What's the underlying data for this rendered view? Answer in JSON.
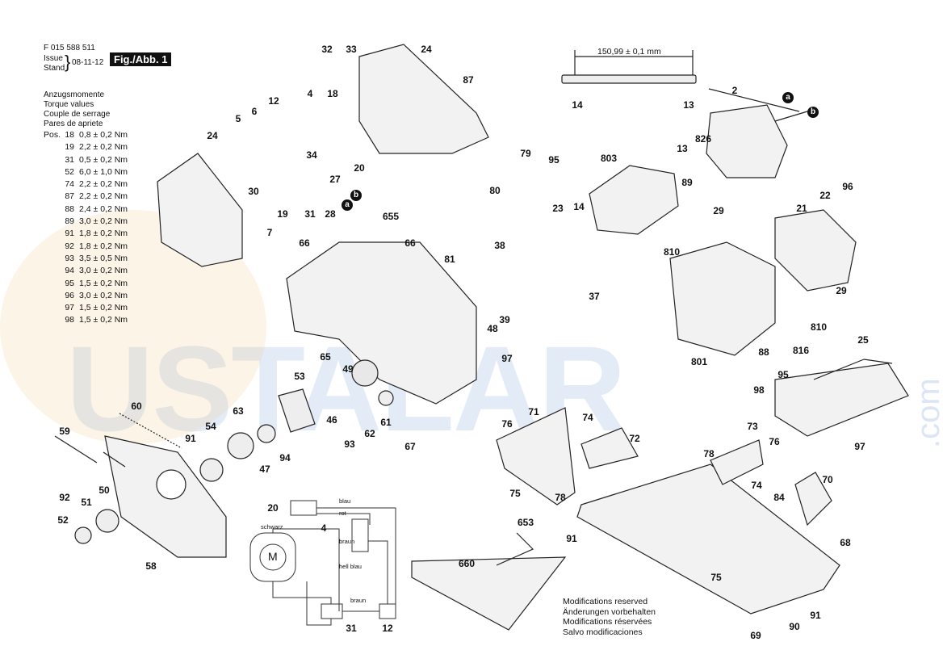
{
  "header": {
    "part_number": "F 015 588 511",
    "issue_label": "Issue",
    "stand_label": "Stand",
    "date": "08-11-12",
    "figure": "Fig./Abb. 1"
  },
  "torque": {
    "titles": [
      "Anzugsmomente",
      "Torque values",
      "Couple de serrage",
      "Pares de apriete"
    ],
    "pos_label": "Pos.",
    "rows": [
      {
        "pos": "18",
        "value": "0,8 ± 0,2 Nm"
      },
      {
        "pos": "19",
        "value": "2,2 ± 0,2 Nm"
      },
      {
        "pos": "31",
        "value": "0,5 ± 0,2 Nm"
      },
      {
        "pos": "52",
        "value": "6,0 ± 1,0 Nm"
      },
      {
        "pos": "74",
        "value": "2,2 ± 0,2 Nm"
      },
      {
        "pos": "87",
        "value": "2,2 ± 0,2 Nm"
      },
      {
        "pos": "88",
        "value": "2,4 ± 0,2 Nm"
      },
      {
        "pos": "89",
        "value": "3,0 ± 0,2 Nm"
      },
      {
        "pos": "91",
        "value": "1,8 ± 0,2 Nm"
      },
      {
        "pos": "92",
        "value": "1,8 ± 0,2 Nm"
      },
      {
        "pos": "93",
        "value": "3,5 ± 0,5 Nm"
      },
      {
        "pos": "94",
        "value": "3,0 ± 0,2 Nm"
      },
      {
        "pos": "95",
        "value": "1,5 ± 0,2 Nm"
      },
      {
        "pos": "96",
        "value": "3,0 ± 0,2 Nm"
      },
      {
        "pos": "97",
        "value": "1,5 ± 0,2 Nm"
      },
      {
        "pos": "98",
        "value": "1,5 ± 0,2 Nm"
      }
    ]
  },
  "dimension": "150,99 ± 0,1 mm",
  "callouts": [
    "32",
    "33",
    "24",
    "87",
    "14",
    "13",
    "2",
    "18",
    "4",
    "12",
    "6",
    "5",
    "24",
    "20",
    "79",
    "95",
    "803",
    "13",
    "826",
    "89",
    "34",
    "27",
    "30",
    "19",
    "31",
    "28",
    "7",
    "80",
    "655",
    "14",
    "23",
    "29",
    "96",
    "22",
    "21",
    "66",
    "66",
    "81",
    "38",
    "810",
    "37",
    "48",
    "39",
    "29",
    "816",
    "810",
    "88",
    "801",
    "65",
    "97",
    "49",
    "53",
    "25",
    "95",
    "46",
    "98",
    "60",
    "63",
    "93",
    "62",
    "61",
    "76",
    "71",
    "74",
    "72",
    "59",
    "54",
    "91",
    "47",
    "94",
    "67",
    "73",
    "76",
    "78",
    "97",
    "92",
    "50",
    "75",
    "78",
    "74",
    "84",
    "70",
    "51",
    "653",
    "20",
    "4",
    "91",
    "68",
    "52",
    "58",
    "660",
    "75",
    "31",
    "12",
    "69",
    "91",
    "90"
  ],
  "markers": [
    "a",
    "b",
    "b",
    "a"
  ],
  "wiring": {
    "labels": [
      "blau",
      "rot",
      "schwarz",
      "braun",
      "hell blau",
      "braun"
    ],
    "motor_symbol": "M"
  },
  "modifications": [
    "Modifications reserved",
    "Änderungen vorbehalten",
    "Modifications réservées",
    "Salvo modificaciones"
  ],
  "watermark": {
    "main": "USTALAR",
    "side": ".com"
  }
}
